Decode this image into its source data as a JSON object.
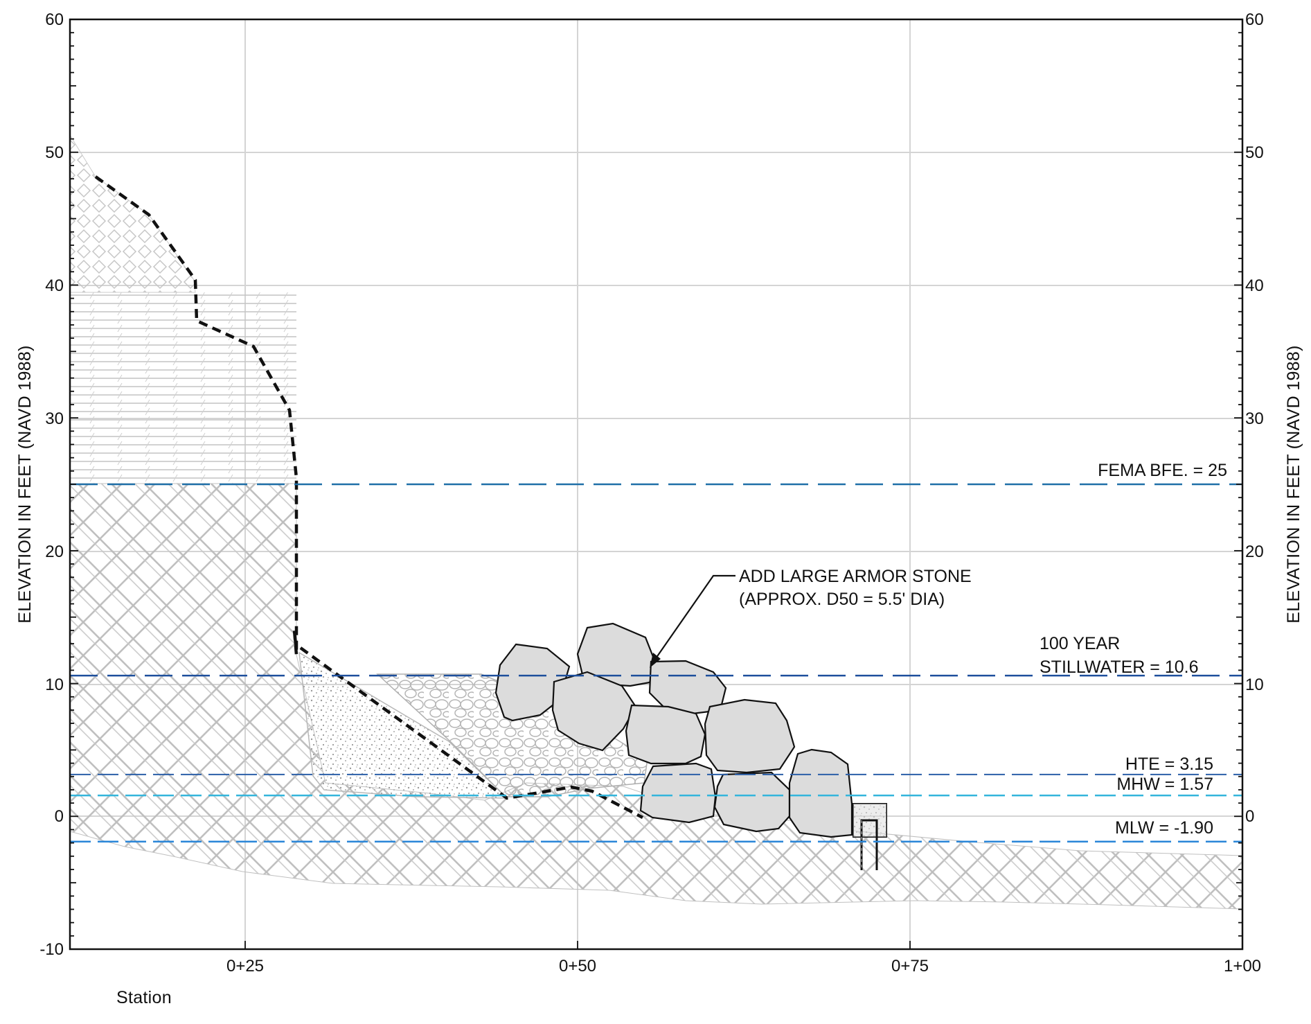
{
  "drawing": {
    "station_label": "Station",
    "left_axis_title": "ELEVATION IN FEET (NAVD 1988)",
    "right_axis_title": "ELEVATION IN FEET (NAVD 1988)",
    "x_ticks": [
      "0+25",
      "0+50",
      "0+75",
      "1+00"
    ],
    "y_ticks": [
      "60",
      "50",
      "40",
      "30",
      "20",
      "10",
      "0",
      "-10"
    ]
  },
  "levels": {
    "fema": {
      "line1": "FEMA BFE. = 25",
      "elevation": 25,
      "color": "#1f6fa8"
    },
    "stillwater": {
      "line1": "100 YEAR",
      "line2": "STILLWATER = 10.6",
      "elevation": 10.6,
      "color": "#1d4f9c"
    },
    "hte": {
      "line1": "HTE = 3.15",
      "elevation": 3.15,
      "color": "#2b5fa8"
    },
    "mhw": {
      "line1": "MHW = 1.57",
      "elevation": 1.57,
      "color": "#33b5dc"
    },
    "mlw": {
      "line1": "MLW = -1.90",
      "elevation": -1.9,
      "color": "#2a86d8"
    }
  },
  "callout": {
    "line1": "ADD LARGE ARMOR STONE",
    "line2": "(APPROX. D50 = 5.5' DIA)"
  },
  "colors": {
    "grid": "#d4d4d4",
    "hatch": "#bdbdbd",
    "stone_fill": "#dcdcdc",
    "profile": "#111111"
  }
}
